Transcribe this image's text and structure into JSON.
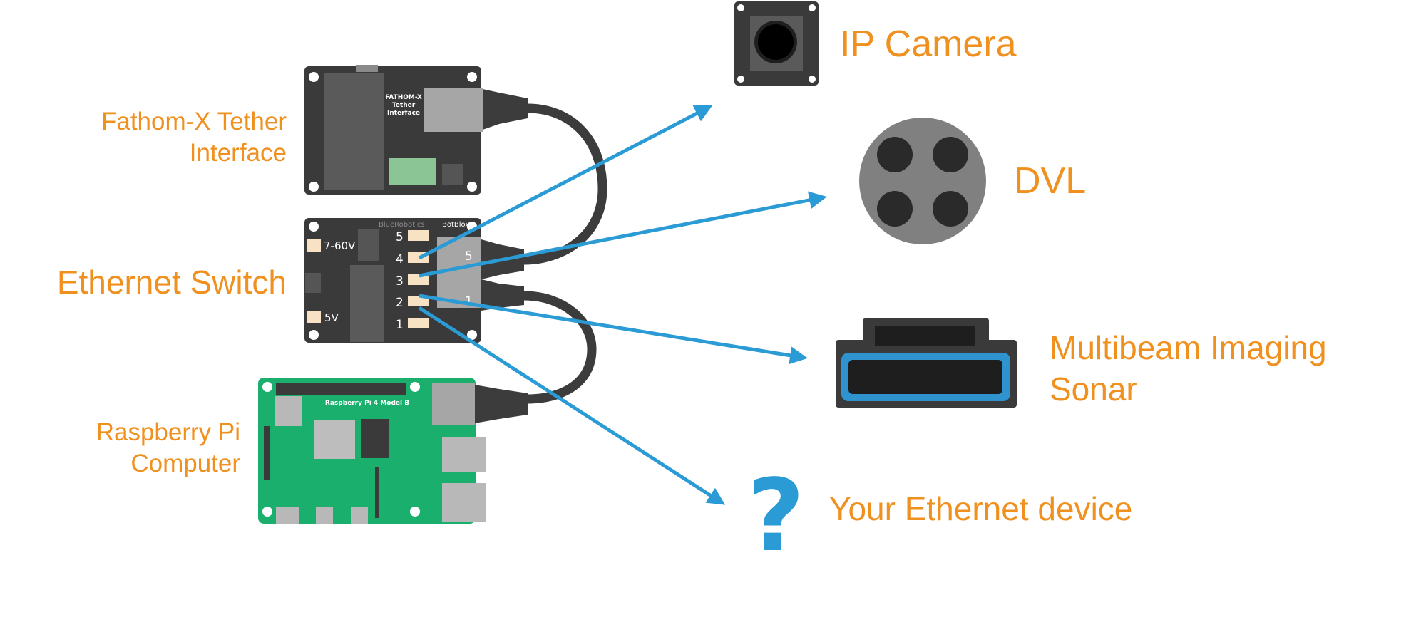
{
  "labels": {
    "fathom": {
      "line1": "Fathom-X Tether",
      "line2": "Interface"
    },
    "switch": "Ethernet Switch",
    "pi": {
      "line1": "Raspberry Pi",
      "line2": "Computer"
    },
    "camera": "IP Camera",
    "dvl": "DVL",
    "sonar": {
      "line1": "Multibeam Imaging",
      "line2": "Sonar"
    },
    "device": "Your Ethernet device"
  },
  "board_text": {
    "fathom_chip": [
      "FATHOM-X",
      "Tether",
      "Interface"
    ],
    "switch_brand_left": "BlueRobotics",
    "switch_brand_right": "BotBlox",
    "switch_power_high": "7-60V",
    "switch_power_low": "5V",
    "switch_ports": [
      "5",
      "4",
      "3",
      "2",
      "1"
    ],
    "switch_jack_top": "5",
    "switch_jack_bottom": "1",
    "pi_model": "Raspberry Pi 4 Model B"
  },
  "question_mark": "?",
  "colors": {
    "label_orange": "#f0901e",
    "arrow_blue": "#2b9bd6",
    "board_dark": "#3a3a3a",
    "pi_green": "#1aaf6c"
  }
}
